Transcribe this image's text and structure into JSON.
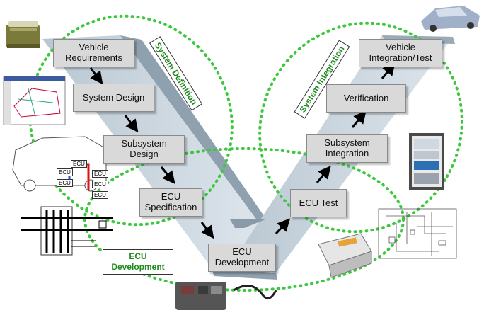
{
  "steps": {
    "vehicle_requirements": "Vehicle\nRequirements",
    "system_design": "System Design",
    "subsystem_design": "Subsystem\nDesign",
    "ecu_specification": "ECU\nSpecification",
    "ecu_development": "ECU\nDevelopment",
    "ecu_test": "ECU Test",
    "subsystem_integration": "Subsystem\nIntegration",
    "verification": "Verification",
    "vehicle_integration_test": "Vehicle\nIntegration/Test"
  },
  "phase_labels": {
    "system_definition": "System Definition",
    "system_integration": "System Integration",
    "ecu_development": "ECU\nDevelopment"
  },
  "car_sketch_labels": [
    "ECU",
    "ECU",
    "ECU",
    "ECU",
    "ECU",
    "ECU"
  ],
  "colors": {
    "v_band_light": "#c7d3dd",
    "v_band_dark": "#9aaab7",
    "loop_green": "#3cc83c",
    "label_green": "#1f8a1f",
    "box_fill": "#d9d9d9"
  }
}
